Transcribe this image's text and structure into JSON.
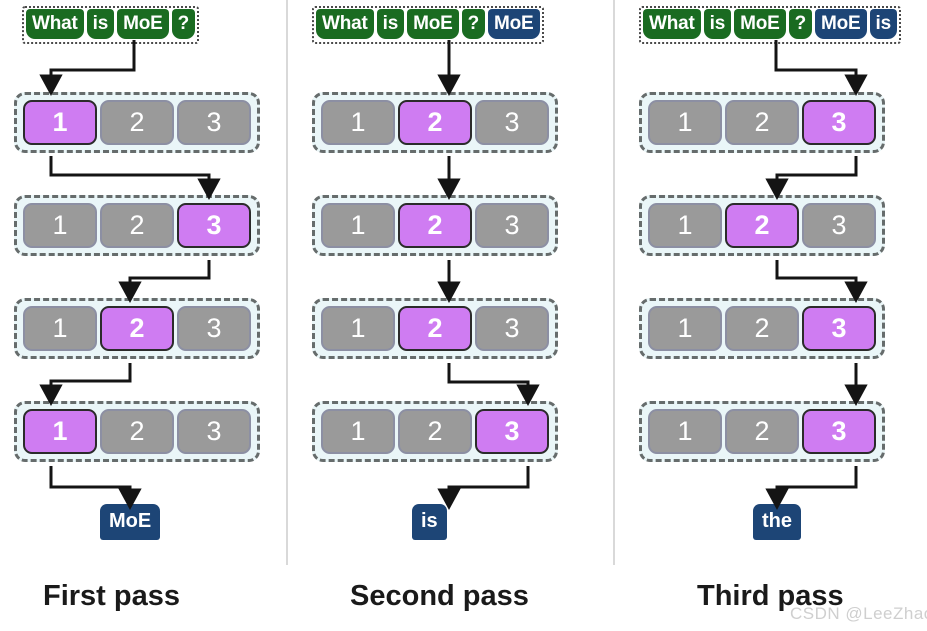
{
  "watermark": "CSDN @LeeZhao@",
  "colors": {
    "prompt_token_green": "#1a6b21",
    "generated_token_blue": "#1d4576",
    "expert_active_purple": "#cf7cf2",
    "expert_inactive_gray": "#9a9a9a",
    "layer_band_background": "#eaf6f8",
    "layer_band_border": "#666c6c",
    "divider": "#d9d9d9",
    "arrow": "#141414"
  },
  "columns": [
    {
      "id": "first-pass",
      "caption": "First pass",
      "prompt": [
        {
          "text": "What",
          "kind": "green"
        },
        {
          "text": "is",
          "kind": "green"
        },
        {
          "text": "MoE",
          "kind": "green"
        },
        {
          "text": "?",
          "kind": "green"
        }
      ],
      "layers": [
        {
          "experts": [
            "1",
            "2",
            "3"
          ],
          "active_index": 0
        },
        {
          "experts": [
            "1",
            "2",
            "3"
          ],
          "active_index": 2
        },
        {
          "experts": [
            "1",
            "2",
            "3"
          ],
          "active_index": 1
        },
        {
          "experts": [
            "1",
            "2",
            "3"
          ],
          "active_index": 0
        }
      ],
      "output": "MoE"
    },
    {
      "id": "second-pass",
      "caption": "Second pass",
      "prompt": [
        {
          "text": "What",
          "kind": "green"
        },
        {
          "text": "is",
          "kind": "green"
        },
        {
          "text": "MoE",
          "kind": "green"
        },
        {
          "text": "?",
          "kind": "green"
        },
        {
          "text": "MoE",
          "kind": "blue"
        }
      ],
      "layers": [
        {
          "experts": [
            "1",
            "2",
            "3"
          ],
          "active_index": 1
        },
        {
          "experts": [
            "1",
            "2",
            "3"
          ],
          "active_index": 1
        },
        {
          "experts": [
            "1",
            "2",
            "3"
          ],
          "active_index": 1
        },
        {
          "experts": [
            "1",
            "2",
            "3"
          ],
          "active_index": 2
        }
      ],
      "output": "is"
    },
    {
      "id": "third-pass",
      "caption": "Third pass",
      "prompt": [
        {
          "text": "What",
          "kind": "green"
        },
        {
          "text": "is",
          "kind": "green"
        },
        {
          "text": "MoE",
          "kind": "green"
        },
        {
          "text": "?",
          "kind": "green"
        },
        {
          "text": "MoE",
          "kind": "blue"
        },
        {
          "text": "is",
          "kind": "blue"
        }
      ],
      "layers": [
        {
          "experts": [
            "1",
            "2",
            "3"
          ],
          "active_index": 2
        },
        {
          "experts": [
            "1",
            "2",
            "3"
          ],
          "active_index": 1
        },
        {
          "experts": [
            "1",
            "2",
            "3"
          ],
          "active_index": 2
        },
        {
          "experts": [
            "1",
            "2",
            "3"
          ],
          "active_index": 2
        }
      ],
      "output": "the"
    }
  ]
}
